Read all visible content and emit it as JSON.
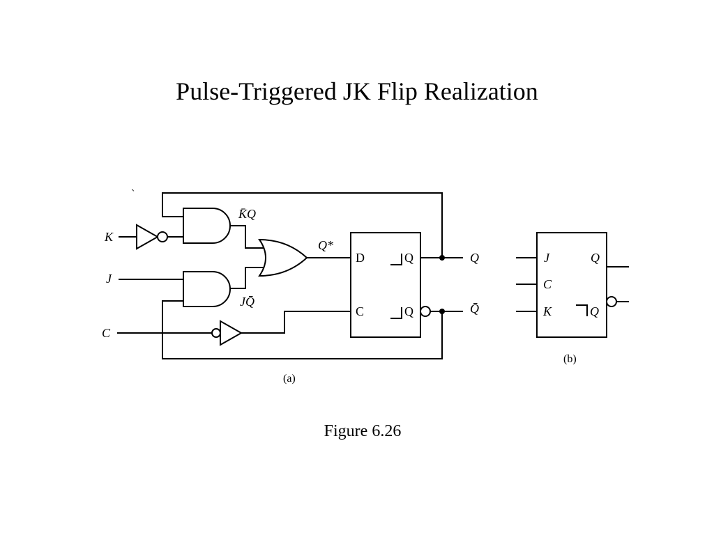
{
  "title": "Pulse-Triggered JK Flip Realization",
  "figure_caption": "Figure 6.26",
  "diagram_a": {
    "label": "(a)",
    "inputs": {
      "k": "K",
      "j": "J",
      "c": "C"
    },
    "signals": {
      "kbar_q": "K̄Q",
      "j_qbar": "JQ̄",
      "q_star": "Q*"
    },
    "d_flipflop": {
      "d": "D",
      "c": "C",
      "q": "Q",
      "q_bar": "Q"
    },
    "outputs": {
      "q": "Q",
      "q_bar": "Q̄"
    },
    "stray_mark": "`"
  },
  "diagram_b": {
    "label": "(b)",
    "pins": {
      "j": "J",
      "c": "C",
      "k": "K",
      "q": "Q",
      "q_bar": "Q"
    }
  }
}
